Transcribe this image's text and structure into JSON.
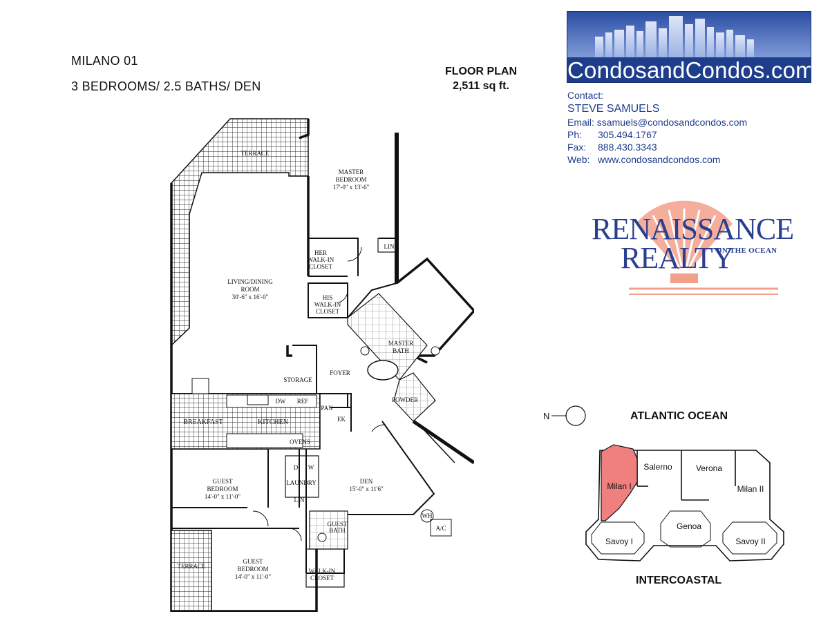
{
  "unit": {
    "name": "MILANO 01",
    "configuration": "3 BEDROOMS/ 2.5 BATHS/ DEN",
    "plan_heading": "FLOOR PLAN",
    "area": "2,511 sq ft."
  },
  "brand": {
    "logo_text": "CondosandCondos.com",
    "color": "#1e3e8c"
  },
  "contact": {
    "heading": "Contact:",
    "name": "STEVE SAMUELS",
    "email_label": "Email:",
    "email": "ssamuels@condosandcondos.com",
    "phone_label": "Ph:",
    "phone": "305.494.1767",
    "fax_label": "Fax:",
    "fax": "888.430.3343",
    "web_label": "Web:",
    "web": "www.condosandcondos.com",
    "color": "#1f3c8c"
  },
  "realty_logo": {
    "line1": "RENAISSANCE",
    "line2": "REALTY",
    "tagline": "ON THE OCEAN",
    "text_color": "#2a3f8f",
    "shell_color": "#f2a08a"
  },
  "orientation": {
    "north_label": "N",
    "top_label": "ATLANTIC OCEAN",
    "bottom_label": "INTERCOASTAL"
  },
  "key_plan": {
    "highlight_color": "#f08080",
    "units": {
      "milan1": "Milan I",
      "salerno": "Salerno",
      "verona": "Verona",
      "milan2": "Milan II",
      "genoa": "Genoa",
      "savoy1": "Savoy I",
      "savoy2": "Savoy II"
    },
    "highlighted": "Milan I"
  },
  "floor_plan": {
    "rooms": {
      "terrace_top": "TERRACE",
      "master_bedroom": "MASTER",
      "master_bedroom_2": "BEDROOM",
      "master_bedroom_dim": "17'-0\" x 13'-6\"",
      "lin1": "LIN",
      "her_closet_1": "HER",
      "her_closet_2": "WALK-IN",
      "her_closet_3": "CLOSET",
      "his_closet_1": "HIS",
      "his_closet_2": "WALK-IN",
      "his_closet_3": "CLOSET",
      "living_1": "LIVING/DINING",
      "living_2": "ROOM",
      "living_dim": "30'-6\" x 16'-0\"",
      "master_bath_1": "MASTER",
      "master_bath_2": "BATH",
      "foyer": "FOYER",
      "storage": "STORAGE",
      "powder": "POWDER",
      "dw": "DW",
      "ref": "REF",
      "pan": "PAN",
      "ek": "EK",
      "breakfast": "BREAKFAST",
      "kitchen": "KITCHEN",
      "ovens": "OVENS",
      "d": "D",
      "w": "W",
      "laundry": "LAUNDRY",
      "lin2": "LIN",
      "den": "DEN",
      "den_dim": "15'-0\" x 11'6\"",
      "guest1_1": "GUEST",
      "guest1_2": "BEDROOM",
      "guest1_dim": "14'-0\" x 11'-0\"",
      "wh": "WH",
      "ac": "A/C",
      "guest_bath_1": "GUEST",
      "guest_bath_2": "BATH",
      "terrace_bottom": "TERRACE",
      "guest2_1": "GUEST",
      "guest2_2": "BEDROOM",
      "guest2_dim": "14'-0\" x 11'-0\"",
      "walkin_1": "WALK-IN",
      "walkin_2": "CLOSET"
    }
  }
}
